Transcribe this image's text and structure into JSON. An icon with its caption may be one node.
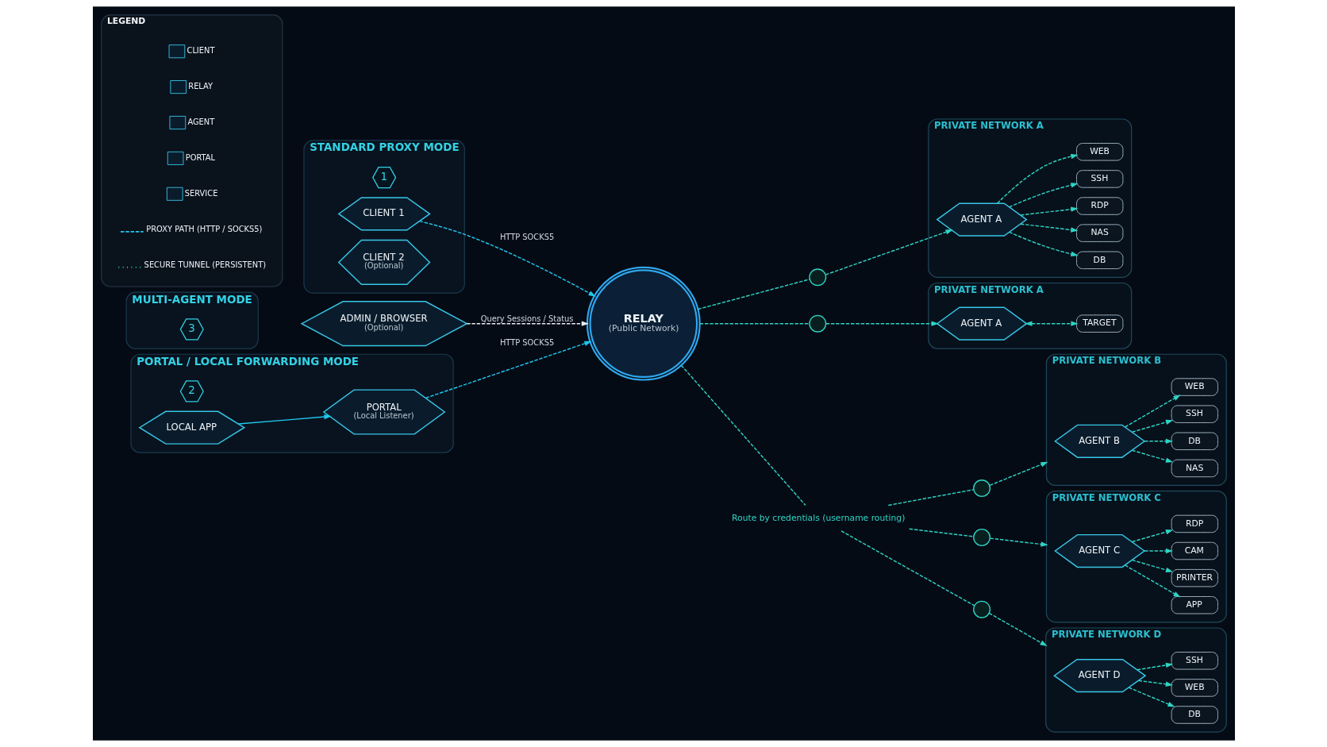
{
  "diagram": {
    "nodes": [
      {
        "text": [
          "STANDARD PROXY MODE"
        ]
      },
      {
        "text": [
          "1"
        ],
        "in": 0
      },
      {
        "text": [
          "CLIENT 1"
        ],
        "in": 0
      },
      {
        "text": [
          "CLIENT 2",
          "(Optional)"
        ],
        "in": 0
      },
      {
        "text": [
          "ADMIN / BROWSER",
          "(Optional)"
        ]
      },
      {
        "text": [
          "RELAY",
          "(Public Network)"
        ]
      },
      {
        "text": [],
        "shape": "circle"
      },
      {
        "text": [
          "PRIVATE NETWORK A"
        ]
      },
      {
        "text": [
          "AGENT A"
        ],
        "in": 7
      },
      {
        "text": [
          "WEB"
        ],
        "in": 7
      },
      {
        "text": [
          "SSH"
        ],
        "in": 7
      },
      {
        "text": [
          "RDP"
        ],
        "in": 7
      },
      {
        "text": [
          "NAS"
        ],
        "in": 7
      },
      {
        "text": [
          "DB"
        ],
        "in": 7
      },
      {
        "text": [
          "PORTAL / LOCAL FORWARDING MODE"
        ]
      },
      {
        "text": [
          "2"
        ],
        "in": 14
      },
      {
        "text": [
          "LOCAL APP"
        ],
        "in": 14
      },
      {
        "text": [
          "PORTAL",
          "(Local Listener)"
        ],
        "in": 14
      },
      {
        "text": [],
        "shape": "circle"
      },
      {
        "text": [
          "PRIVATE NETWORK A"
        ]
      },
      {
        "text": [
          "AGENT A"
        ],
        "in": 19
      },
      {
        "text": [
          "TARGET"
        ],
        "in": 19
      },
      {
        "text": [
          "Route by credentials (username routing)"
        ]
      },
      {
        "text": [
          "MULTI-AGENT MODE"
        ]
      },
      {
        "text": [
          "3"
        ],
        "in": 23
      },
      {
        "text": [],
        "shape": "circle"
      },
      {
        "text": [],
        "shape": "circle"
      },
      {
        "text": [],
        "shape": "circle"
      },
      {
        "text": [
          "PRIVATE NETWORK B"
        ]
      },
      {
        "text": [
          "AGENT B"
        ],
        "in": 28
      },
      {
        "text": [
          "WEB"
        ],
        "in": 28
      },
      {
        "text": [
          "SSH"
        ],
        "in": 28
      },
      {
        "text": [
          "DB"
        ],
        "in": 28
      },
      {
        "text": [
          "NAS"
        ],
        "in": 28
      },
      {
        "text": [
          "PRIVATE NETWORK C"
        ]
      },
      {
        "text": [
          "AGENT C"
        ],
        "in": 34
      },
      {
        "text": [
          "RDP"
        ],
        "in": 34
      },
      {
        "text": [
          "CAM"
        ],
        "in": 34
      },
      {
        "text": [
          "PRINTER"
        ],
        "in": 34
      },
      {
        "text": [
          "APP"
        ],
        "in": 34
      },
      {
        "text": [
          "PRIVATE NETWORK D"
        ]
      },
      {
        "text": [
          "AGENT D"
        ],
        "in": 40
      },
      {
        "text": [
          "SSH"
        ],
        "in": 40
      },
      {
        "text": [
          "WEB"
        ],
        "in": 40
      },
      {
        "text": [
          "DB"
        ],
        "in": 40
      },
      {
        "text": [
          "LEGEND"
        ]
      }
    ],
    "edges": [
      {
        "from": 2,
        "to": 5,
        "arrow": "to",
        "label": "HTTP SOCKS5",
        "style": "dashed",
        "color": "#1fc8ee"
      },
      {
        "from": 16,
        "to": 17,
        "arrow": "to",
        "color": "#1fc8ee"
      },
      {
        "from": 17,
        "to": 5,
        "arrow": "to",
        "label": "HTTP SOCKS5",
        "style": "dashed",
        "color": "#1fc8ee"
      },
      {
        "from": 4,
        "to": 5,
        "arrow": "to",
        "label": "Query Sessions / Status",
        "style": "dashed",
        "color": "#e8eef4"
      },
      {
        "from": 5,
        "to": 6,
        "arrow": "none",
        "style": "dashed"
      },
      {
        "from": 6,
        "to": 8,
        "arrow": "to",
        "style": "dashed"
      },
      {
        "from": 8,
        "to": 9,
        "arrow": "to",
        "style": "dashed"
      },
      {
        "from": 8,
        "to": 10,
        "arrow": "to",
        "style": "dashed"
      },
      {
        "from": 8,
        "to": 11,
        "arrow": "to",
        "style": "dashed"
      },
      {
        "from": 8,
        "to": 12,
        "arrow": "to",
        "style": "dashed"
      },
      {
        "from": 8,
        "to": 13,
        "arrow": "to",
        "style": "dashed"
      },
      {
        "from": 5,
        "to": 18,
        "arrow": "none",
        "style": "dashed"
      },
      {
        "from": 18,
        "to": 20,
        "arrow": "to",
        "style": "dashed"
      },
      {
        "from": 20,
        "to": 21,
        "arrow": "both",
        "style": "dashed"
      },
      {
        "from": 5,
        "to": 22,
        "arrow": "none",
        "style": "dashed"
      },
      {
        "from": 22,
        "to": 25,
        "arrow": "none",
        "style": "dashed"
      },
      {
        "from": 25,
        "to": 28,
        "arrow": "to",
        "style": "dashed"
      },
      {
        "from": 22,
        "to": 26,
        "arrow": "none",
        "style": "dashed"
      },
      {
        "from": 26,
        "to": 34,
        "arrow": "to",
        "style": "dashed"
      },
      {
        "from": 22,
        "to": 27,
        "arrow": "none",
        "style": "dashed"
      },
      {
        "from": 27,
        "to": 40,
        "arrow": "to",
        "style": "dashed"
      },
      {
        "from": 29,
        "to": 30,
        "arrow": "to",
        "style": "dashed"
      },
      {
        "from": 29,
        "to": 31,
        "arrow": "to",
        "style": "dashed"
      },
      {
        "from": 29,
        "to": 32,
        "arrow": "to",
        "style": "dashed"
      },
      {
        "from": 29,
        "to": 33,
        "arrow": "to",
        "style": "dashed"
      },
      {
        "from": 35,
        "to": 36,
        "arrow": "to",
        "style": "dashed"
      },
      {
        "from": 35,
        "to": 37,
        "arrow": "to",
        "style": "dashed"
      },
      {
        "from": 35,
        "to": 38,
        "arrow": "to",
        "style": "dashed"
      },
      {
        "from": 35,
        "to": 39,
        "arrow": "to",
        "style": "dashed"
      },
      {
        "from": 41,
        "to": 42,
        "arrow": "to",
        "style": "dashed"
      },
      {
        "from": 41,
        "to": 43,
        "arrow": "to",
        "style": "dashed"
      },
      {
        "from": 41,
        "to": 44,
        "arrow": "to",
        "style": "dashed"
      }
    ],
    "legend": [
      {
        "text": "CLIENT"
      },
      {
        "text": "RELAY"
      },
      {
        "text": "AGENT"
      },
      {
        "text": "PORTAL"
      },
      {
        "text": "SERVICE"
      },
      {
        "text": "PROXY PATH (HTTP / SOCKS5)"
      },
      {
        "text": "SECURE TUNNEL (PERSISTENT)"
      }
    ]
  }
}
